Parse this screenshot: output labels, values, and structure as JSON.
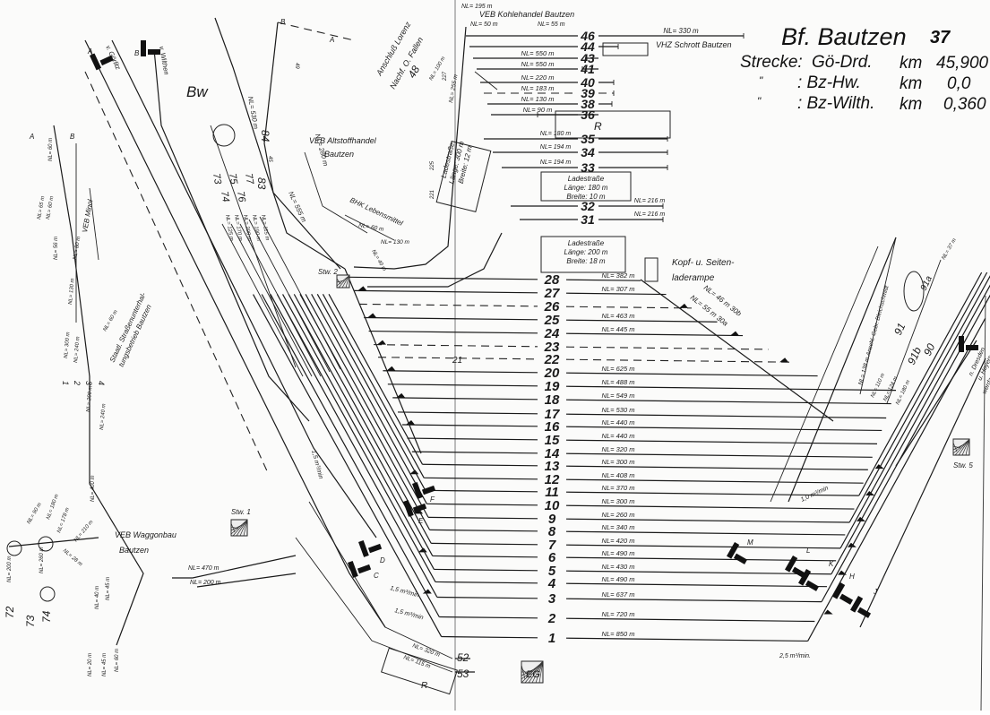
{
  "header": {
    "station": "Bf. Bautzen",
    "page": "37",
    "routes": [
      {
        "prefix": "Strecke:",
        "route": "Gö-Drd.",
        "unit": "km",
        "km": "45,900"
      },
      {
        "prefix": "\"",
        "route": ": Bz-Hw.",
        "unit": "km",
        "km": "0,0"
      },
      {
        "prefix": "\"",
        "route": ": Bz-Wilth.",
        "unit": "km",
        "km": "0,360"
      }
    ]
  },
  "main_tracks": [
    {
      "n": "28",
      "nl": "NL= 382 m"
    },
    {
      "n": "27",
      "nl": "NL= 307 m"
    },
    {
      "n": "26",
      "nl": null,
      "dashed": true
    },
    {
      "n": "25",
      "nl": "NL= 463 m"
    },
    {
      "n": "24",
      "nl": "NL= 445 m"
    },
    {
      "n": "23",
      "nl": null,
      "dashed": true
    },
    {
      "n": "22",
      "nl": null,
      "dashed": true
    },
    {
      "n": "20",
      "nl": "NL= 625 m"
    },
    {
      "n": "19",
      "nl": "NL= 488 m"
    },
    {
      "n": "18",
      "nl": "NL= 549 m"
    },
    {
      "n": "17",
      "nl": "NL= 530 m"
    },
    {
      "n": "16",
      "nl": "NL= 440 m"
    },
    {
      "n": "15",
      "nl": "NL= 440 m"
    },
    {
      "n": "14",
      "nl": "NL= 320 m"
    },
    {
      "n": "13",
      "nl": "NL= 300 m"
    },
    {
      "n": "12",
      "nl": "NL= 408 m"
    },
    {
      "n": "11",
      "nl": "NL= 370 m"
    },
    {
      "n": "10",
      "nl": "NL= 300 m"
    },
    {
      "n": "9",
      "nl": "NL= 260 m"
    },
    {
      "n": "8",
      "nl": "NL= 340 m"
    },
    {
      "n": "7",
      "nl": "NL= 420 m"
    },
    {
      "n": "6",
      "nl": "NL= 490 m"
    },
    {
      "n": "5",
      "nl": "NL= 430 m"
    },
    {
      "n": "4",
      "nl": "NL= 490 m"
    },
    {
      "n": "3",
      "nl": "NL= 637 m"
    },
    {
      "n": "2",
      "nl": "NL= 720 m"
    },
    {
      "n": "1",
      "nl": "NL= 850 m"
    }
  ],
  "upper_tracks": [
    {
      "n": "46",
      "nl": "NL= 330 m"
    },
    {
      "n": "44",
      "nl": null
    },
    {
      "n": "43",
      "nl": "NL= 550 m"
    },
    {
      "n": "41",
      "nl": "NL= 550 m"
    },
    {
      "n": "40",
      "nl": "NL= 220 m"
    },
    {
      "n": "39",
      "nl": "NL= 183 m",
      "dashed": true
    },
    {
      "n": "38",
      "nl": "NL= 130 m"
    },
    {
      "n": "36",
      "nl": "NL= 90 m"
    },
    {
      "n": "35",
      "nl": "NL= 180 m"
    },
    {
      "n": "34",
      "nl": "NL= 194 m"
    },
    {
      "n": "33",
      "nl": "NL= 194 m"
    },
    {
      "n": "32",
      "nl": "NL= 216 m"
    },
    {
      "n": "31",
      "nl": "NL= 216 m"
    }
  ],
  "loading_roads": [
    {
      "title": "Ladestraße",
      "length": "Länge: 180 m",
      "width": "Breite: 10 m"
    },
    {
      "title": "Ladestraße",
      "length": "Länge: 200 m",
      "width": "Breite: 18 m"
    },
    {
      "title": "Ladestraße",
      "length": "Länge: 300 m",
      "width": "Breite: 12 m"
    }
  ],
  "labels": {
    "kohle": "VEB Kohlehandel Bautzen",
    "nl195": "NL= 195 m",
    "nl50": "NL= 50 m",
    "nl55a": "NL= 55 m",
    "schrott": "VHZ Schrott Bautzen",
    "r1": "R",
    "r2": "R",
    "rampe1": "Kopf- u. Seiten-",
    "rampe2": "laderampe",
    "t30a": "NL= 55 m  30a",
    "t30b": "NL= 46 m  30b",
    "alt1": "VEB Altstoffhandel",
    "alt2": "Bautzen",
    "bhk": "BHK Lebensmittel",
    "nl60b": "NL= 60 m",
    "nl130b": "NL= 130 m",
    "nl40b": "NL= 40 m",
    "lor1": "Anschluß Lorenz",
    "lor2": "Nachf. O. Fallen",
    "t48": "48",
    "nl100": "NL= 100 m",
    "nl255": "NL= 255 m",
    "t227": "227",
    "t225": "225",
    "t221": "221",
    "bw": "Bw",
    "nl530": "NL= 530 m",
    "nl555": "NL= 555 m",
    "nl280": "NL= 280 m",
    "t84": "84",
    "t83": "83",
    "t77": "77",
    "t76": "76",
    "t75": "75",
    "t74": "74",
    "t73": "73",
    "nl115": "NL= 115 m",
    "nl190": "NL= 190 m",
    "nl200": "NL= 200 m",
    "nl170": "NL= 170 m",
    "nl125": "NL= 125 m",
    "t45": "45",
    "t49": "49",
    "gorlitz": "v. Görlitz",
    "wilthen": "v. Wilthen",
    "sigA": "A",
    "sigB": "B",
    "secA": "A",
    "secB": "B",
    "secA2": "B",
    "secB2": "A",
    "minol": "VEB Minol",
    "nl60a": "NL= 60 m",
    "nl65": "NL= 65 m",
    "nl60c": "NL= 60 m",
    "nl56": "NL= 56 m",
    "nl80": "NL= 80 m",
    "nl130a": "NL= 130 m",
    "nl300a": "NL= 300 m",
    "nl240a": "NL= 240 m",
    "nl60d": "NL= 60 m",
    "strassen1": "Staatl. Straßenunterhal-",
    "strassen2": "tungsbetrieb Bautzen",
    "y1": "1",
    "y2": "2",
    "y3": "3",
    "y4": "4",
    "nl200a": "NL= 200 m",
    "nl240b": "NL= 240 m",
    "nl400": "NL= 400 m",
    "wag1": "VEB Waggonbau",
    "wag2": "Bautzen",
    "t72": "72",
    "t73b": "73",
    "t74b": "74",
    "nl200b": "NL= 200 m",
    "nl90": "NL= 90 m",
    "nl260": "NL= 260 m",
    "nl180": "NL= 180 m",
    "nl178": "NL= 178 m",
    "nl210": "NL= 210 m",
    "nl28": "NL= 28 m",
    "nl40": "NL= 40 m",
    "nl45": "NL= 45 m",
    "nl20": "NL= 20 m",
    "nl45b": "NL= 45 m",
    "nl60e": "NL= 60 m",
    "nl470": "NL= 470 m",
    "nl200c": "NL= 200 m",
    "stw1": "Stw. 1",
    "stw2": "Stw. 2",
    "stw5": "Stw. 5",
    "flow1": "1,5 m³/min",
    "flow2": "1,5 m³/min",
    "flow3": "1,5 m³/min",
    "flow4": "1,0 m³/min",
    "flow5": "2,5 m³/min.",
    "t52": "52",
    "t53": "53",
    "nl320": "NL= 320 m",
    "nl115b": "NL= 115 m",
    "eg": "EG",
    "t21": "21",
    "sF": "F",
    "sE": "E",
    "sD": "D",
    "sC": "C",
    "sM": "M",
    "sL": "L",
    "sK": "K",
    "sH": "H",
    "sJ": "J",
    "t91": "91",
    "t91a": "91a",
    "t91b": "91b",
    "t90": "90",
    "nl138": "NL= 138 m  Anschl. Gebr. Bleichschmidt",
    "nl110": "NL= 110 m",
    "nl124": "NL= 124 m",
    "nl180b": "NL= 180 m",
    "nl37": "NL= 37 m",
    "dresden": "n. Dresden",
    "hoyers": "u. Hoyers-",
    "werda": "werda"
  }
}
